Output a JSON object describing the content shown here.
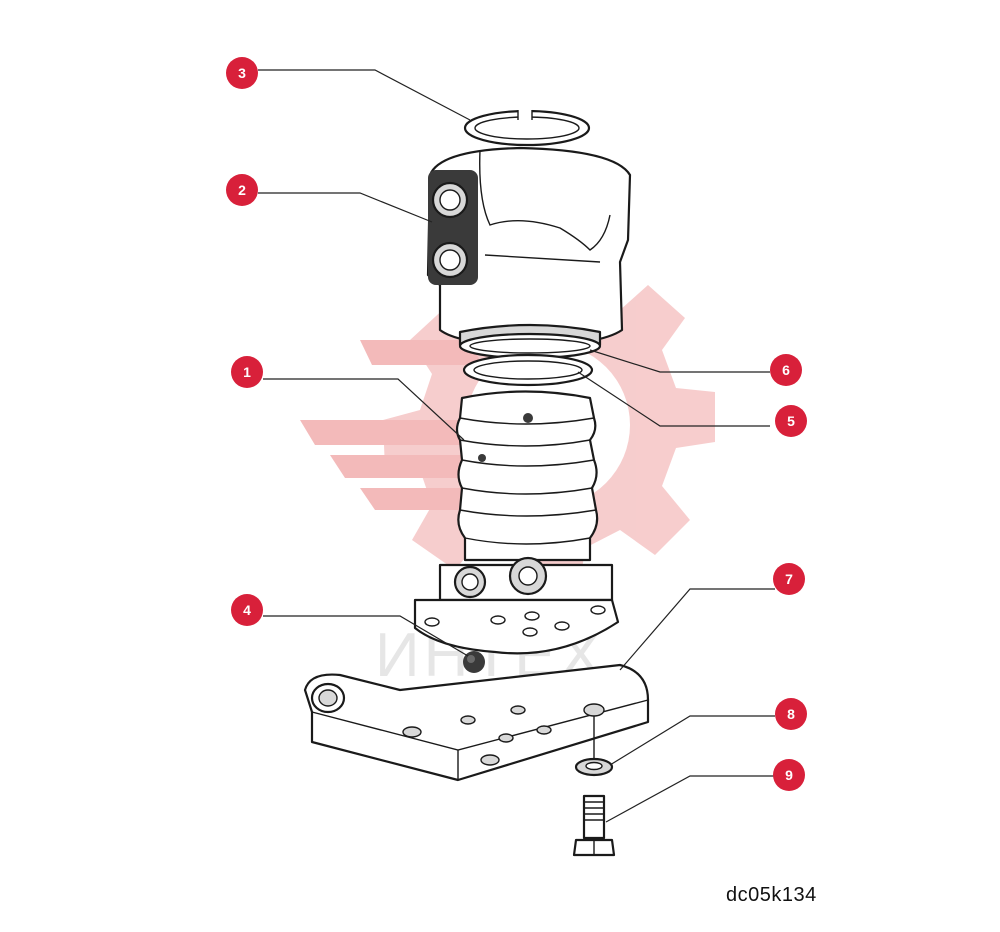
{
  "diagram": {
    "part_code": "dc05k134",
    "watermark_text": "ИНТЕХ",
    "callout_color": "#d8203a",
    "watermark_color": "#f4c4c4",
    "callouts": [
      {
        "label": "1",
        "ref": "bellows-body"
      },
      {
        "label": "2",
        "ref": "top-housing"
      },
      {
        "label": "3",
        "ref": "snap-ring"
      },
      {
        "label": "4",
        "ref": "plug"
      },
      {
        "label": "5",
        "ref": "o-ring"
      },
      {
        "label": "6",
        "ref": "seal-ring"
      },
      {
        "label": "7",
        "ref": "bracket-plate"
      },
      {
        "label": "8",
        "ref": "washer"
      },
      {
        "label": "9",
        "ref": "bolt"
      }
    ]
  }
}
